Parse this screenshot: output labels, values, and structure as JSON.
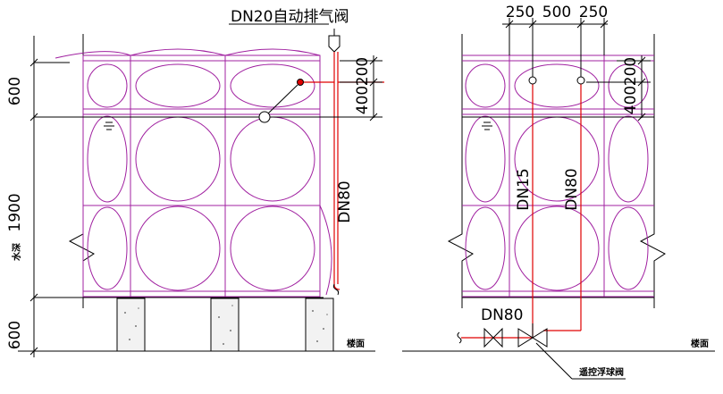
{
  "left_view": {
    "vent_valve_label": "DN20自动排气阀",
    "dim_top": "600",
    "dim_water_depth": "1900",
    "water_depth_prefix": "水深",
    "dim_bottom": "600",
    "dim_400": "400",
    "dim_200": "200",
    "pipe_label": "DN80",
    "floor_label": "楼面"
  },
  "right_view": {
    "dim_250_left": "250",
    "dim_500": "500",
    "dim_250_right": "250",
    "dim_400": "400",
    "dim_200": "200",
    "pipe_dn15": "DN15",
    "pipe_dn80": "DN80",
    "valve_label": "DN80",
    "float_valve_label": "遥控浮球阀",
    "floor_label": "楼面"
  },
  "colors": {
    "tank_panel": "#a020a0",
    "pipe": "#e00000",
    "outline": "#000000"
  }
}
